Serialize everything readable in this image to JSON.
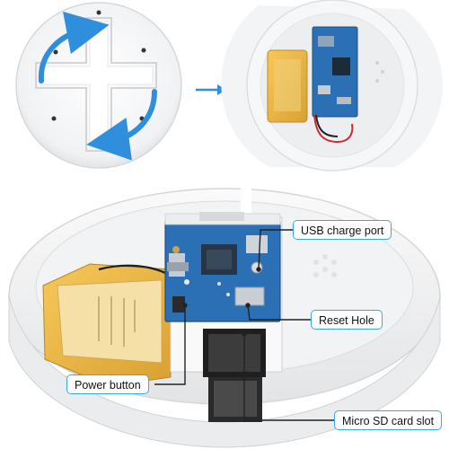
{
  "labels": {
    "usb_charge_port": "USB charge port",
    "reset_hole": "Reset Hole",
    "power_button": "Power button",
    "micro_sd_card_slot": "Micro SD card slot"
  },
  "colors": {
    "callout_border": "#3aa9dc",
    "arrow_blue": "#2f8fdc",
    "callout_line": "#222222"
  },
  "icons": {
    "rotate_arrows": "rotate-clockwise-arrows-icon",
    "step_arrow": "arrow-right-icon"
  }
}
